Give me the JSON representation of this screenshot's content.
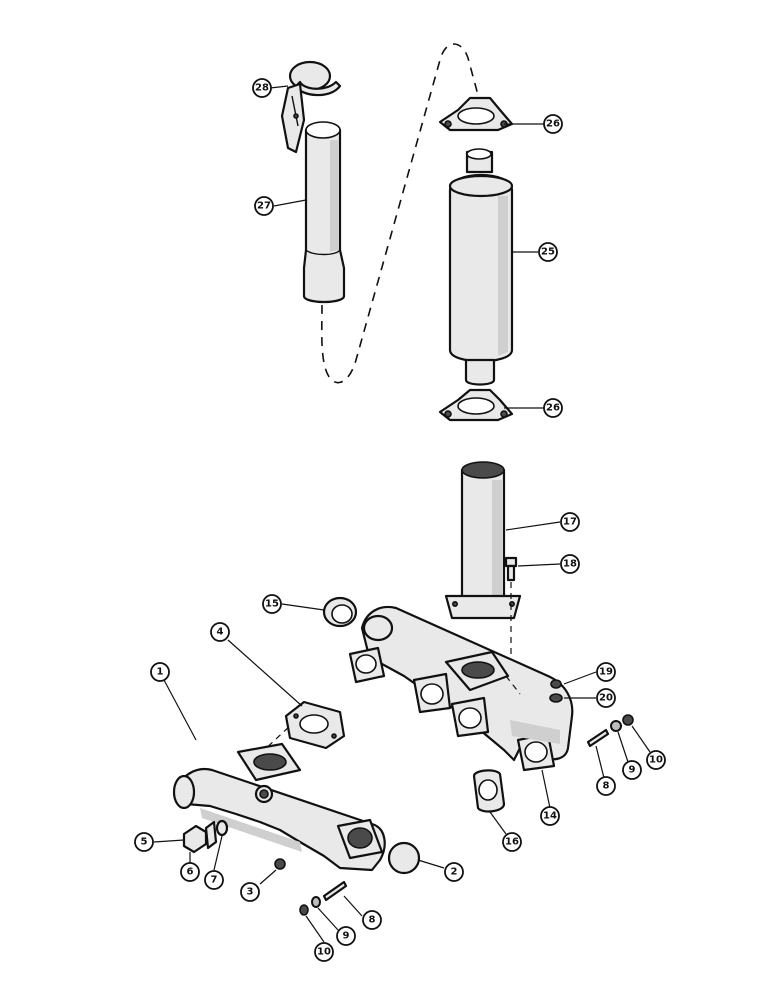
{
  "callouts": [
    {
      "id": "c28",
      "label": "28"
    },
    {
      "id": "c27",
      "label": "27"
    },
    {
      "id": "c26a",
      "label": "26"
    },
    {
      "id": "c25",
      "label": "25"
    },
    {
      "id": "c26b",
      "label": "26"
    },
    {
      "id": "c17",
      "label": "17"
    },
    {
      "id": "c18",
      "label": "18"
    },
    {
      "id": "c15",
      "label": "15"
    },
    {
      "id": "c4",
      "label": "4"
    },
    {
      "id": "c1",
      "label": "1"
    },
    {
      "id": "c19",
      "label": "19"
    },
    {
      "id": "c20",
      "label": "20"
    },
    {
      "id": "c10a",
      "label": "10"
    },
    {
      "id": "c9a",
      "label": "9"
    },
    {
      "id": "c8a",
      "label": "8"
    },
    {
      "id": "c14",
      "label": "14"
    },
    {
      "id": "c16",
      "label": "16"
    },
    {
      "id": "c5",
      "label": "5"
    },
    {
      "id": "c6",
      "label": "6"
    },
    {
      "id": "c7",
      "label": "7"
    },
    {
      "id": "c3",
      "label": "3"
    },
    {
      "id": "c2",
      "label": "2"
    },
    {
      "id": "c8b",
      "label": "8"
    },
    {
      "id": "c9b",
      "label": "9"
    },
    {
      "id": "c10b",
      "label": "10"
    }
  ]
}
